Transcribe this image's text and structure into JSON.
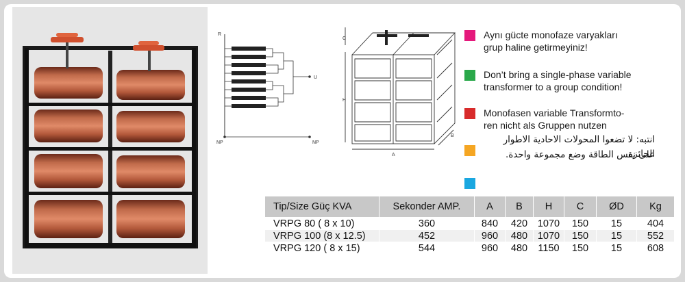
{
  "schematic": {
    "label_r": "R",
    "label_u": "U",
    "label_np_left": "NP",
    "label_np_right": "NP"
  },
  "cabinet": {
    "label_c": "C",
    "label_h": "H",
    "label_a": "A",
    "label_b": "B"
  },
  "notes": [
    {
      "color": "#e5197c",
      "lines": [
        "Aynı gücte monofaze varyakları",
        "grup haline getirmeyiniz!"
      ]
    },
    {
      "color": "#2aa84a",
      "lines": [
        "Don’t bring a single-phase variable",
        "transformer to a group condition!"
      ]
    },
    {
      "color": "#d82b2b",
      "lines": [
        "Monofasen variable Transformto-",
        "ren nicht als Gruppen nutzen"
      ]
    },
    {
      "color": "#f5a623",
      "lines": [
        "انتبه: لا تضعوا المحولات الاحادية الاطوار الحائزة",
        "على نفس الطاقة وضع مجموعة واحدة."
      ]
    },
    {
      "color": "#1aa7e0",
      "lines": []
    }
  ],
  "table": {
    "headers": [
      "Tip/Size Güç KVA",
      "Sekonder AMP.",
      "A",
      "B",
      "H",
      "C",
      "ØD",
      "Kg"
    ],
    "rows": [
      [
        "VRPG 80 ( 8 x 10)",
        "360",
        "840",
        "420",
        "1070",
        "150",
        "15",
        "404"
      ],
      [
        "VRPG 100 (8 x 12.5)",
        "452",
        "960",
        "480",
        "1070",
        "150",
        "15",
        "552"
      ],
      [
        "VRPG 120 ( 8 x 15)",
        "544",
        "960",
        "480",
        "1150",
        "150",
        "15",
        "608"
      ]
    ]
  }
}
